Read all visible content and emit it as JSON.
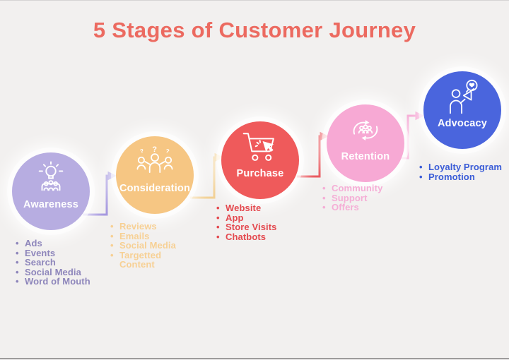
{
  "title": "5 Stages of Customer Journey",
  "colors": {
    "background": "#f2f0ef",
    "title": "#ec6a60",
    "circle_label_text": "#ffffff",
    "awareness": "#b7ade1",
    "consideration": "#f6c683",
    "purchase": "#ef5a5b",
    "retention": "#f7a9d4",
    "advocacy": "#4a65dd",
    "arrow_awareness": "#a294de",
    "arrow_consideration": "#f2cf90",
    "arrow_purchase": "#e84c52",
    "arrow_retention": "#f287c4"
  },
  "stages": [
    {
      "label": "Awareness",
      "icon": "lightbulb-audience-icon",
      "circle_color": "#b7ade1",
      "list_color": "#8e86bb",
      "items": [
        "Ads",
        "Events",
        "Search",
        "Social Media",
        "Word of Mouth"
      ]
    },
    {
      "label": "Consideration",
      "icon": "people-questions-icon",
      "circle_color": "#f6c683",
      "list_color": "#f7d094",
      "items": [
        "Reviews",
        "Emails",
        "Social Media",
        "Targetted Content"
      ]
    },
    {
      "label": "Purchase",
      "icon": "cart-cursor-icon",
      "circle_color": "#ef5a5b",
      "list_color": "#e4494f",
      "items": [
        "Website",
        "App",
        "Store Visits",
        "Chatbots"
      ]
    },
    {
      "label": "Retention",
      "icon": "customer-cycle-icon",
      "circle_color": "#f7a9d4",
      "list_color": "#f5aed6",
      "items": [
        "Community",
        "Support",
        "Offers"
      ]
    },
    {
      "label": "Advocacy",
      "icon": "megaphone-heart-icon",
      "circle_color": "#4a65dd",
      "list_color": "#3a5cd7",
      "items": [
        "Loyalty Program",
        "Promotion"
      ]
    }
  ]
}
